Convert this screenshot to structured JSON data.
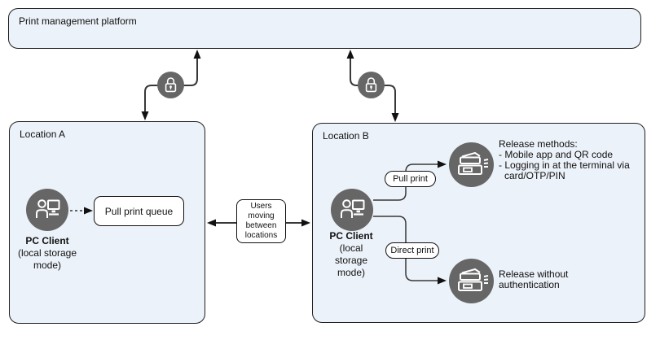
{
  "colors": {
    "zone_fill": "#ecf2f9",
    "zone_border": "#1f1f1f",
    "node_gray": "#666666",
    "line": "#383838",
    "text": "#111111"
  },
  "platform": {
    "label": "Print management platform"
  },
  "location_a": {
    "label": "Location A",
    "pc_client_title": "PC Client",
    "pc_client_sub": [
      "(local storage",
      "mode)"
    ],
    "queue_label": "Pull print queue"
  },
  "location_b": {
    "label": "Location B",
    "pc_client_title": "PC Client",
    "pc_client_sub": [
      "(local",
      "storage",
      "mode)"
    ],
    "pull_print_label": "Pull print",
    "direct_print_label": "Direct print",
    "release_methods": [
      "Release methods:",
      "- Mobile app and QR code",
      "- Logging in at the terminal via",
      "card/OTP/PIN"
    ],
    "release_without": [
      "Release without",
      "authentication"
    ]
  },
  "users_box": [
    "Users",
    "moving",
    "between",
    "locations"
  ],
  "icons": {
    "lock": "lock-icon",
    "pc_client": "pc-client-icon",
    "printer": "printer-icon"
  }
}
